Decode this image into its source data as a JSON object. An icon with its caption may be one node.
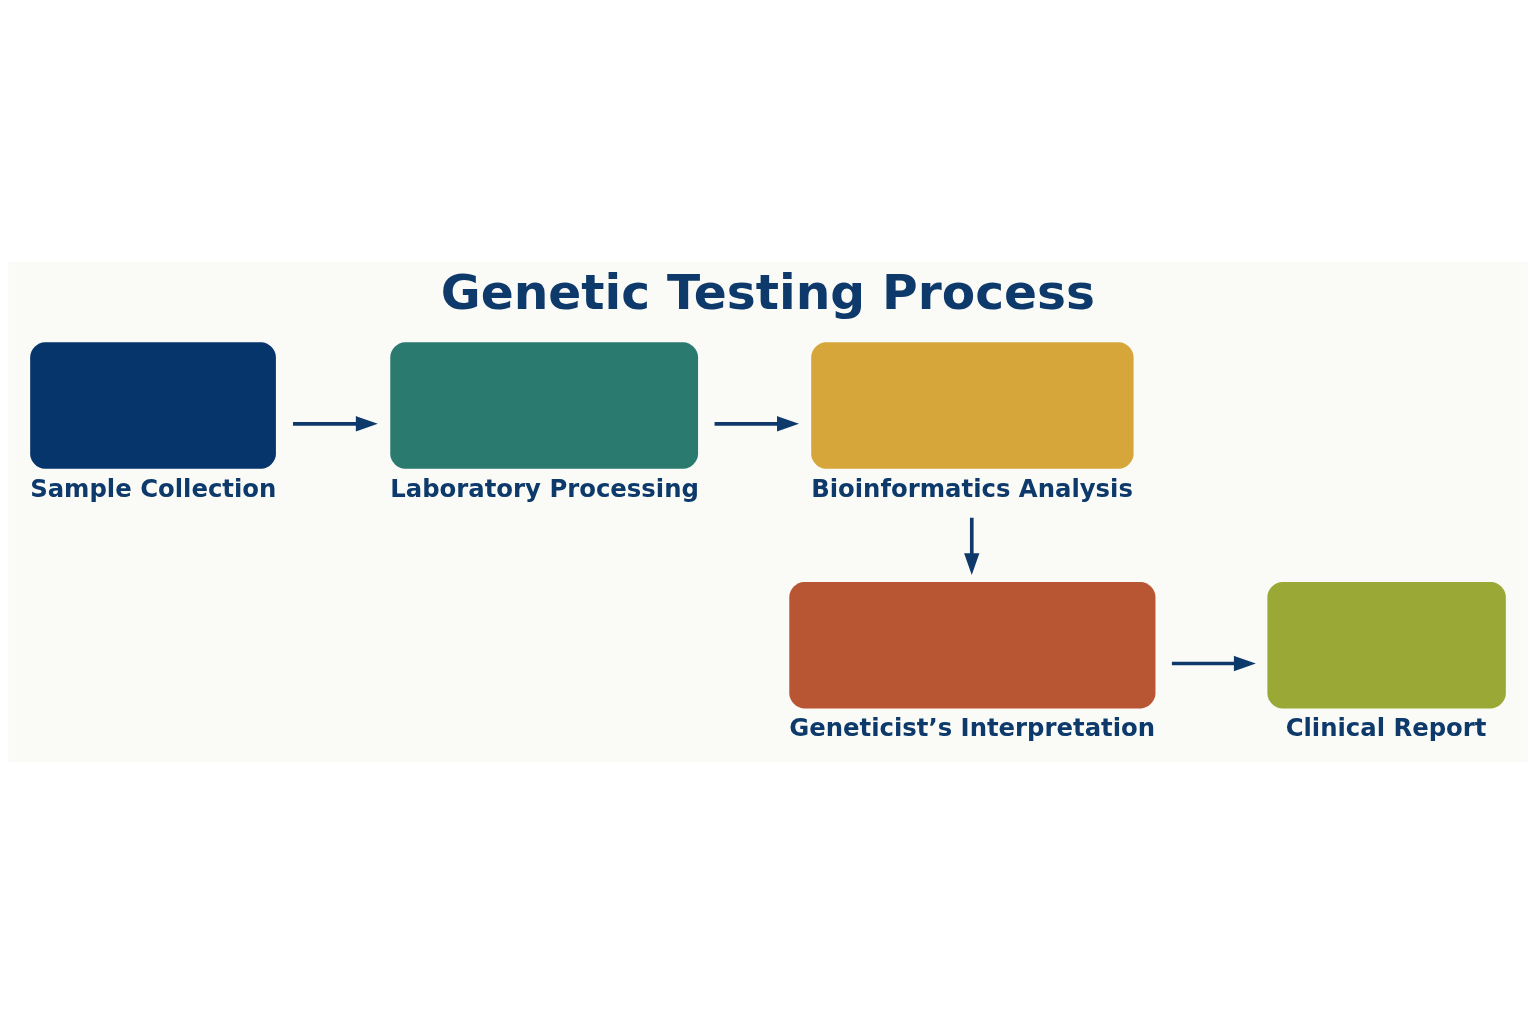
{
  "diagram": {
    "title": "Genetic Testing Process",
    "nodes": [
      {
        "text": [
          "Sample Collection"
        ]
      },
      {
        "text": [
          "Laboratory Processing"
        ]
      },
      {
        "text": [
          "Bioinformatics Analysis"
        ]
      },
      {
        "text": [
          "Clinical Report"
        ]
      },
      {
        "text": [
          "Geneticist’s Interpretation"
        ]
      }
    ],
    "edges": [
      {
        "from": 0,
        "to": 1,
        "arrow": "to"
      },
      {
        "from": 1,
        "to": 2,
        "arrow": "to"
      },
      {
        "from": 2,
        "to": 4,
        "arrow": "to"
      },
      {
        "from": 4,
        "to": 3,
        "arrow": "to"
      }
    ]
  }
}
